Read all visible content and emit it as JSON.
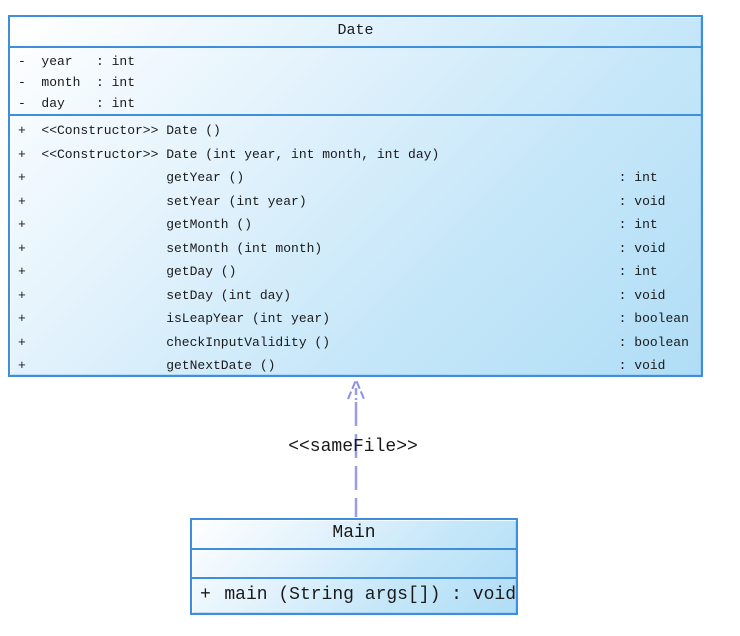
{
  "date_class": {
    "title": "Date",
    "attributes": [
      {
        "vis": "-",
        "name": "year",
        "type": ": int"
      },
      {
        "vis": "-",
        "name": "month",
        "type": ": int"
      },
      {
        "vis": "-",
        "name": "day",
        "type": ": int"
      }
    ],
    "methods": [
      {
        "vis": "+",
        "stereotype": "<<Constructor>>",
        "signature": "Date ()",
        "ret": ""
      },
      {
        "vis": "+",
        "stereotype": "<<Constructor>>",
        "signature": "Date (int year, int month, int day)",
        "ret": ""
      },
      {
        "vis": "+",
        "stereotype": "",
        "signature": "getYear ()",
        "ret": ": int"
      },
      {
        "vis": "+",
        "stereotype": "",
        "signature": "setYear (int year)",
        "ret": ": void"
      },
      {
        "vis": "+",
        "stereotype": "",
        "signature": "getMonth ()",
        "ret": ": int"
      },
      {
        "vis": "+",
        "stereotype": "",
        "signature": "setMonth (int month)",
        "ret": ": void"
      },
      {
        "vis": "+",
        "stereotype": "",
        "signature": "getDay ()",
        "ret": ": int"
      },
      {
        "vis": "+",
        "stereotype": "",
        "signature": "setDay (int day)",
        "ret": ": void"
      },
      {
        "vis": "+",
        "stereotype": "",
        "signature": "isLeapYear (int year)",
        "ret": ": boolean"
      },
      {
        "vis": "+",
        "stereotype": "",
        "signature": "checkInputValidity ()",
        "ret": ": boolean"
      },
      {
        "vis": "+",
        "stereotype": "",
        "signature": "getNextDate ()",
        "ret": ": void"
      }
    ]
  },
  "relation": {
    "label": "<<sameFile>>"
  },
  "main_class": {
    "title": "Main",
    "methods": [
      {
        "vis": "+",
        "signature": "main (String args[]) : void"
      }
    ]
  },
  "colors": {
    "box_border": "#3f8edb",
    "box_fill_light": "#ffffff",
    "box_fill_dark": "#b0ddf6",
    "arrow": "#9b9bee",
    "text": "#1a1a1a"
  }
}
